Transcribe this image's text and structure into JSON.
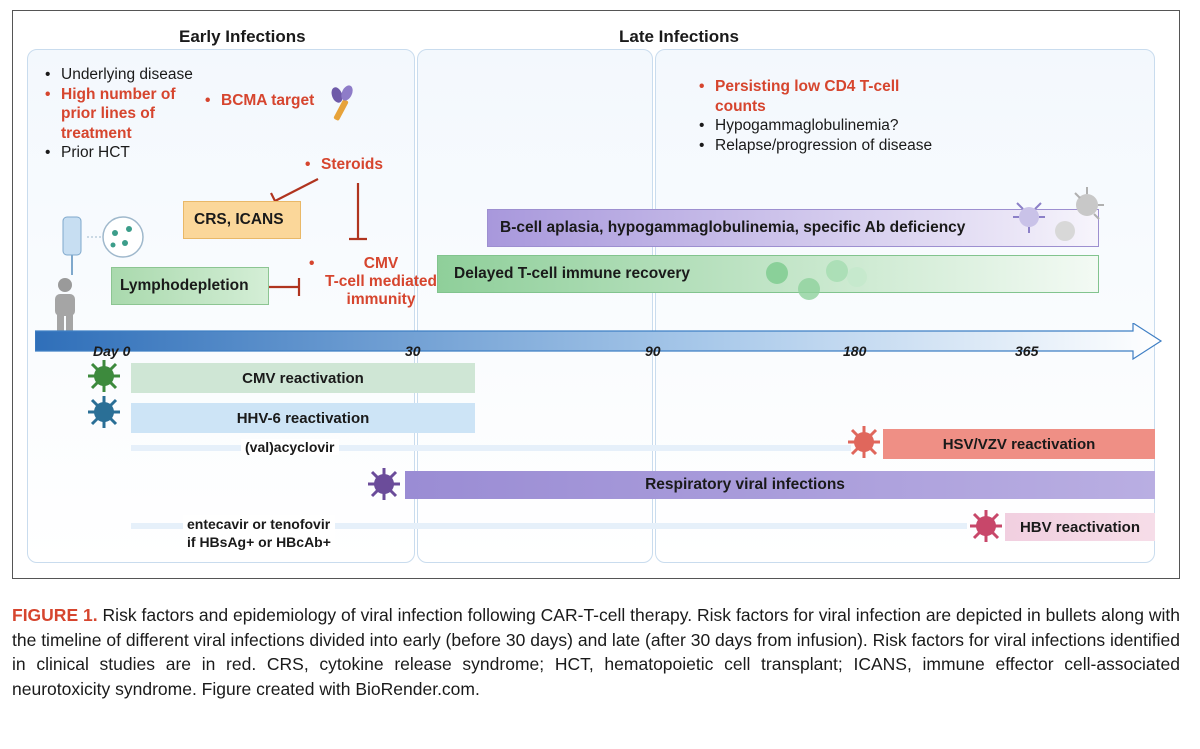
{
  "headers": {
    "early": "Early Infections",
    "late": "Late Infections"
  },
  "early_risks": [
    {
      "text": "Underlying disease",
      "highlight": false
    },
    {
      "text": "High number of prior lines of treatment",
      "highlight": true
    },
    {
      "text": "Prior HCT",
      "highlight": false
    }
  ],
  "bcma": "BCMA target",
  "steroids": "Steroids",
  "crs_icans": "CRS, ICANS",
  "lymphodepletion": "Lymphodepletion",
  "cmv_immunity": "CMV\nT-cell mediated\nimmunity",
  "late_risks": [
    {
      "text": "Persisting low CD4 T-cell counts",
      "highlight": true
    },
    {
      "text": "Hypogammaglobulinemia?",
      "highlight": false
    },
    {
      "text": "Relapse/progression of disease",
      "highlight": false
    }
  ],
  "bcell": "B-cell aplasia, hypogammaglobulinemia, specific Ab deficiency",
  "tcell": "Delayed T-cell immune recovery",
  "timeline": [
    "Day 0",
    "30",
    "90",
    "180",
    "365"
  ],
  "infections": {
    "cmv": "CMV reactivation",
    "hhv6": "HHV-6 reactivation",
    "acyclovir": "(val)acyclovir",
    "hsv": "HSV/VZV reactivation",
    "respiratory": "Respiratory viral infections",
    "entecavir": "entecavir or tenofovir\nif HBsAg+ or HBcAb+",
    "hbv": "HBV reactivation"
  },
  "colors": {
    "red_text": "#d6452e",
    "axis": "#3f7fc4",
    "cmv_bar": "#cfe6d5",
    "hhv6_bar": "#cde4f6",
    "hsv_bar": "#ef8f85",
    "resp_bar": "#9a8cd4",
    "hbv_bar": "#f1cfe0",
    "crs_box": "#fbd79a",
    "lympho_box": "#bfe3c0",
    "bcell_bar": "#b9a9e0",
    "tcell_bar": "#9bd3a4"
  },
  "caption": {
    "label": "FIGURE 1.",
    "text": " Risk factors and epidemiology of viral infection following CAR-T-cell therapy. Risk factors for viral infection are depicted in bullets along with the timeline of different viral infections divided into early (before 30 days) and late (after 30 days from infusion). Risk factors for viral infections identified in clinical studies are in red. CRS, cytokine release syndrome; HCT, hematopoietic cell transplant; ICANS, immune effector cell-associated neurotoxicity syndrome. Figure created with BioRender.com."
  }
}
